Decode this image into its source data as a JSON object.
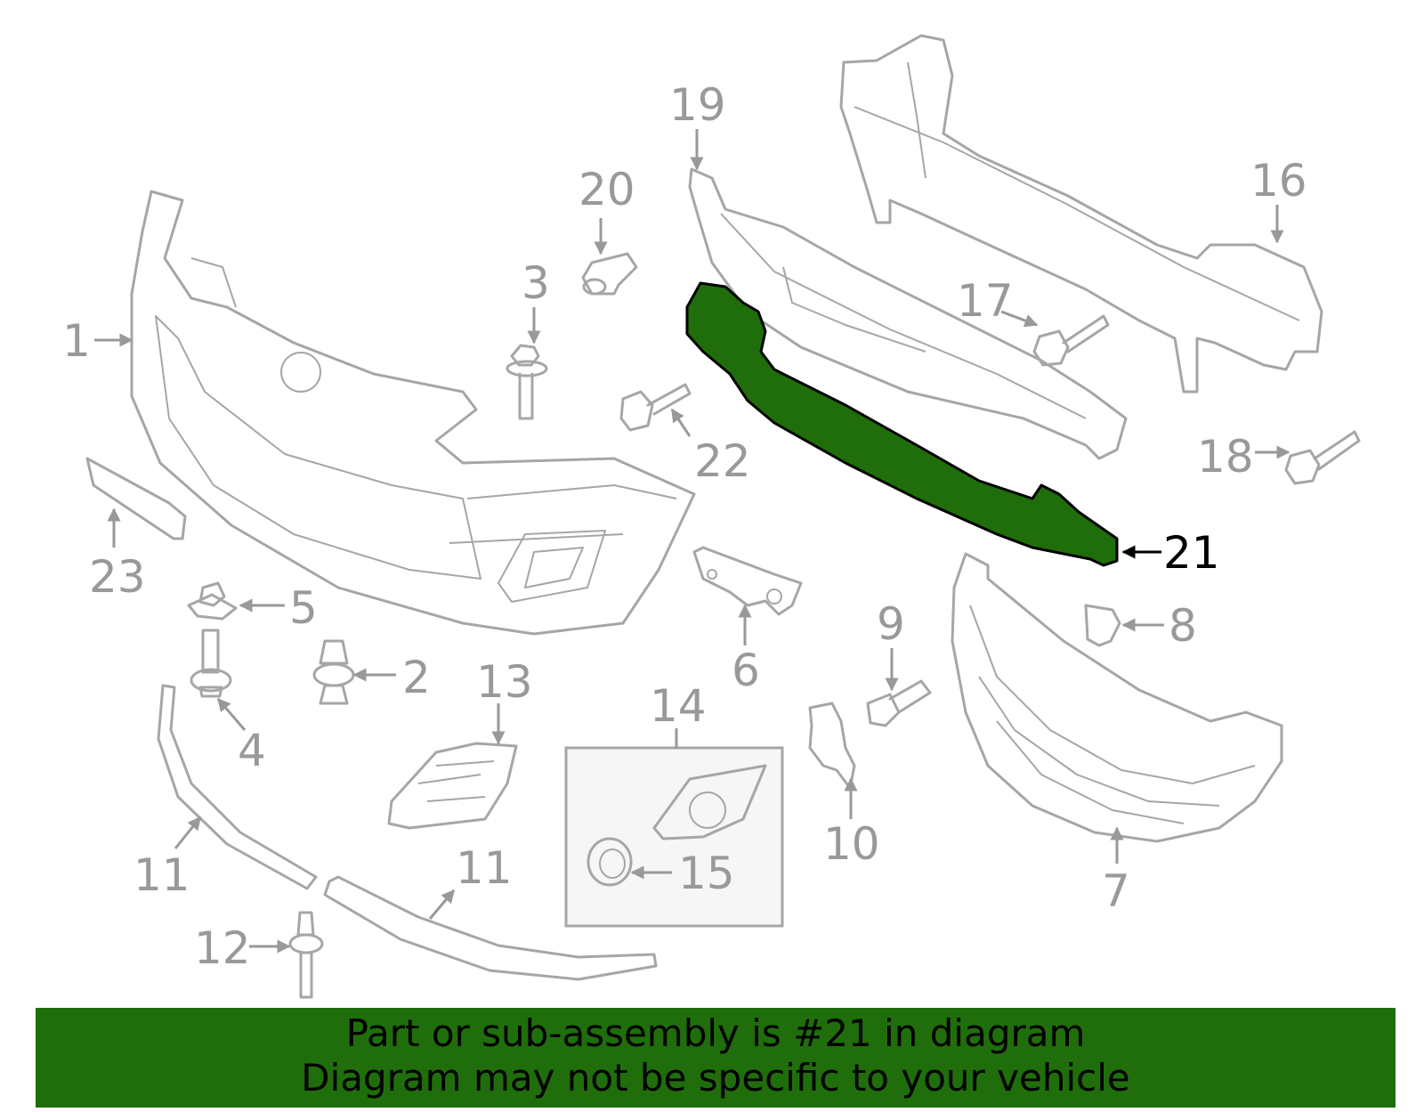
{
  "diagram": {
    "highlight_color": "#1f6e0b",
    "callouts": [
      {
        "id": "1",
        "label": "1"
      },
      {
        "id": "2",
        "label": "2"
      },
      {
        "id": "3",
        "label": "3"
      },
      {
        "id": "4",
        "label": "4"
      },
      {
        "id": "5",
        "label": "5"
      },
      {
        "id": "6",
        "label": "6"
      },
      {
        "id": "7",
        "label": "7"
      },
      {
        "id": "8",
        "label": "8"
      },
      {
        "id": "9",
        "label": "9"
      },
      {
        "id": "10",
        "label": "10"
      },
      {
        "id": "11a",
        "label": "11"
      },
      {
        "id": "11b",
        "label": "11"
      },
      {
        "id": "12",
        "label": "12"
      },
      {
        "id": "13",
        "label": "13"
      },
      {
        "id": "14",
        "label": "14"
      },
      {
        "id": "15",
        "label": "15"
      },
      {
        "id": "16",
        "label": "16"
      },
      {
        "id": "17",
        "label": "17"
      },
      {
        "id": "18",
        "label": "18"
      },
      {
        "id": "19",
        "label": "19"
      },
      {
        "id": "20",
        "label": "20"
      },
      {
        "id": "21",
        "label": "21"
      },
      {
        "id": "22",
        "label": "22"
      },
      {
        "id": "23",
        "label": "23"
      }
    ]
  },
  "banner": {
    "line1": "Part or sub-assembly is #21 in diagram",
    "line2": "Diagram may not be specific to your vehicle"
  }
}
